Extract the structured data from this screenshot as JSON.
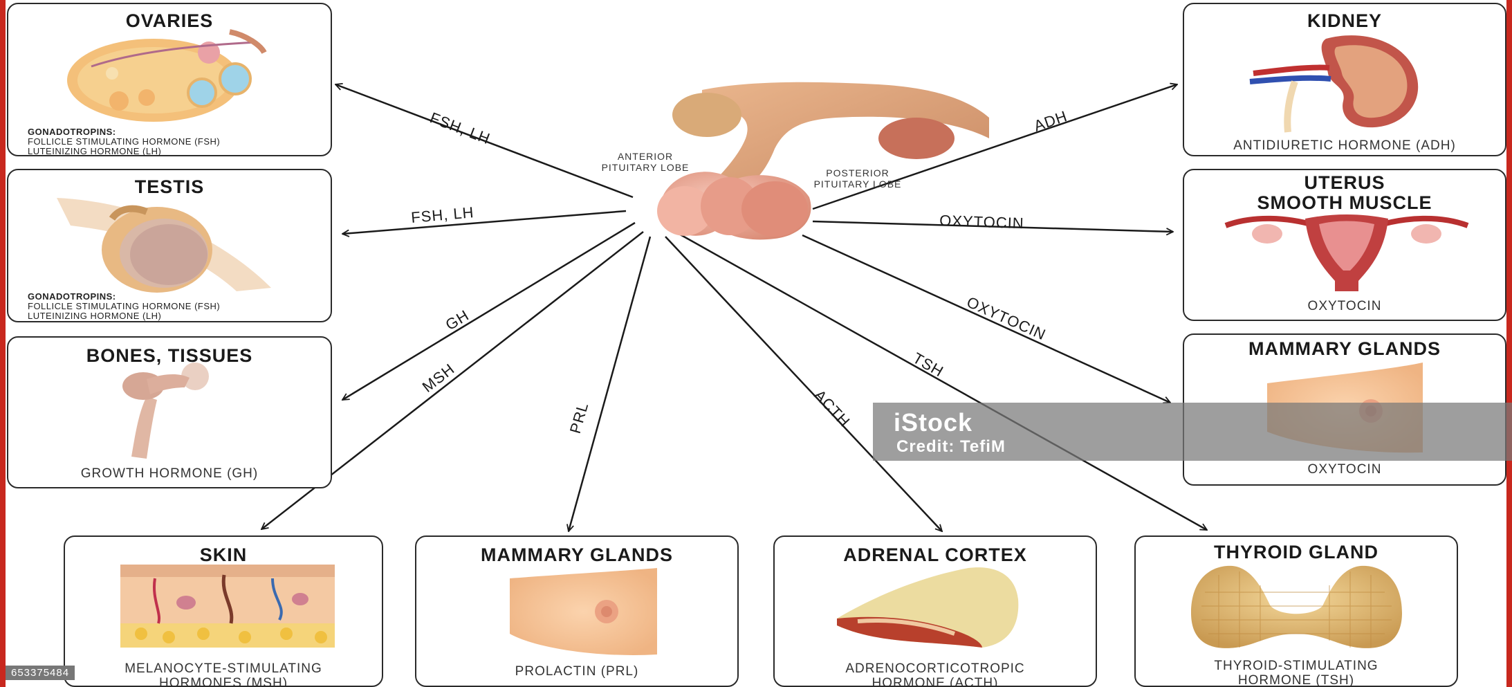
{
  "pituitary": {
    "anterior_label": [
      "ANTERIOR",
      "PITUITARY LOBE"
    ],
    "posterior_label": [
      "POSTERIOR",
      "PITUITARY LOBE"
    ]
  },
  "targets": {
    "ovaries": {
      "title": "OVARIES",
      "heading": "GONADOTROPINS:",
      "lines": [
        "FOLLICLE STIMULATING HORMONE (FSH)",
        "LUTEINIZING HORMONE (LH)"
      ]
    },
    "testis": {
      "title": "TESTIS",
      "heading": "GONADOTROPINS:",
      "lines": [
        "FOLLICLE STIMULATING HORMONE (FSH)",
        "LUTEINIZING HORMONE (LH)"
      ]
    },
    "bones": {
      "title": "BONES, TISSUES",
      "caption": "GROWTH HORMONE (GH)"
    },
    "skin": {
      "title": "SKIN",
      "caption": [
        "MELANOCYTE-STIMULATING",
        "HORMONES (MSH)"
      ]
    },
    "mammary_bottom": {
      "title": "MAMMARY GLANDS",
      "caption": "PROLACTIN (PRL)"
    },
    "adrenal": {
      "title": "ADRENAL CORTEX",
      "caption": [
        "ADRENOCORTICOTROPIC",
        "HORMONE (ACTH)"
      ]
    },
    "thyroid": {
      "title": "THYROID GLAND",
      "caption": [
        "THYROID-STIMULATING",
        "HORMONE (TSH)"
      ]
    },
    "kidney": {
      "title": "KIDNEY",
      "caption": "ANTIDIURETIC HORMONE (ADH)"
    },
    "uterus": {
      "title": [
        "UTERUS",
        "SMOOTH MUSCLE"
      ],
      "caption": "OXYTOCIN"
    },
    "mammary_right": {
      "title": "MAMMARY GLANDS",
      "caption": "OXYTOCIN"
    }
  },
  "arrows": [
    {
      "label": "FSH, LH",
      "target": "ovaries"
    },
    {
      "label": "FSH, LH",
      "target": "testis"
    },
    {
      "label": "GH",
      "target": "bones"
    },
    {
      "label": "MSH",
      "target": "skin"
    },
    {
      "label": "PRL",
      "target": "mammary_bottom"
    },
    {
      "label": "ACTH",
      "target": "adrenal"
    },
    {
      "label": "TSH",
      "target": "thyroid"
    },
    {
      "label": "ADH",
      "target": "kidney"
    },
    {
      "label": "OXYTOCIN",
      "target": "uterus"
    },
    {
      "label": "OXYTOCIN",
      "target": "mammary_right"
    }
  ],
  "watermark": {
    "brand": "iStock",
    "credit": "Credit: TefiM"
  },
  "stock_id": "653375484",
  "colors": {
    "frame": "#c8281e",
    "tissue": "#e8a08a",
    "line": "#1a1a1a"
  }
}
